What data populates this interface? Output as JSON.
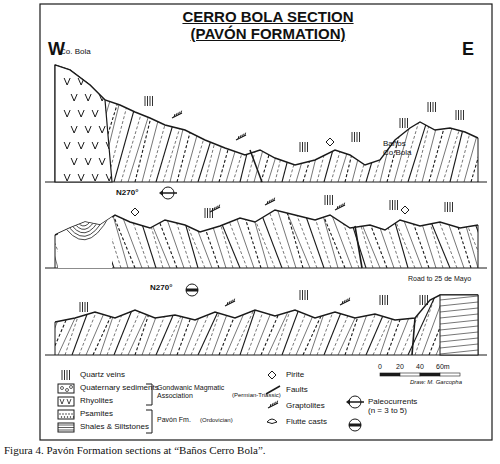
{
  "diagram": {
    "title": "CERRO BOLA SECTION (PAVÓN FORMATION)",
    "caption": "Figura 4. Pavón Formation sections at “Baños Cerro Bola”.",
    "labels": [
      "W",
      "E",
      "Co. Bola",
      "Baños Co.Bola",
      "N270°",
      "N270°",
      "Road to 25 de Mayo",
      "Gondwanic Magmatic Association",
      "(Permian-Triassic)",
      "Pavón Fm.",
      "(Ordovician)",
      "0",
      "20",
      "40",
      "60m",
      "Draw: M. Garcopha"
    ],
    "legend": [
      {
        "text": "Quartz veins"
      },
      {
        "text": "Quaternary sediments"
      },
      {
        "text": "Rhyolites"
      },
      {
        "text": "Psamites"
      },
      {
        "text": "Shales & Siltstones"
      },
      {
        "text": "Pirite"
      },
      {
        "text": "Faults"
      },
      {
        "text": "Graptolites"
      },
      {
        "text": "Flutte casts"
      },
      {
        "text": "Paleocurrents (n = 3 to 5)"
      }
    ]
  }
}
